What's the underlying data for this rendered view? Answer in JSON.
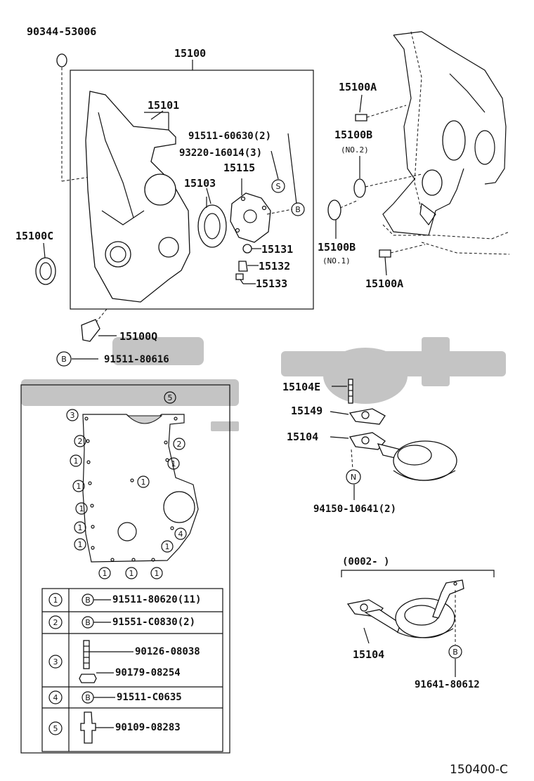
{
  "labels": {
    "p90344": "90344-53006",
    "p15100": "15100",
    "p15101": "15101",
    "p91511_60630": "91511-60630(2)",
    "p93220": "93220-16014(3)",
    "p15115": "15115",
    "p15103": "15103",
    "p15100C": "15100C",
    "p15131": "15131",
    "p15132": "15132",
    "p15133": "15133",
    "p15100A_top": "15100A",
    "p15100B_top": "15100B",
    "no2": "(NO.2)",
    "p15100B_bot": "15100B",
    "no1": "(NO.1)",
    "p15100A_bot": "15100A",
    "p15100Q": "15100Q",
    "p91511_80616": "91511-80616",
    "p15104E": "15104E",
    "p15149": "15149",
    "p15104": "15104",
    "p94150": "94150-10641(2)",
    "date_range": "(0002-        )",
    "p15104_alt": "15104",
    "p91641": "91641-80612",
    "diagram_code": "150400-C"
  },
  "markers": {
    "B": "B",
    "S": "S",
    "N": "N"
  },
  "gasket_callouts": [
    "1",
    "2",
    "3",
    "4",
    "5"
  ],
  "legend": [
    {
      "num": "1",
      "marker": "B",
      "parts": [
        "91511-80620(11)"
      ]
    },
    {
      "num": "2",
      "marker": "B",
      "parts": [
        "91551-C0830(2)"
      ]
    },
    {
      "num": "3",
      "marker": "",
      "parts": [
        "90126-08038",
        "90179-08254"
      ]
    },
    {
      "num": "4",
      "marker": "B",
      "parts": [
        "91511-C0635"
      ]
    },
    {
      "num": "5",
      "marker": "",
      "parts": [
        "90109-08283"
      ]
    }
  ]
}
